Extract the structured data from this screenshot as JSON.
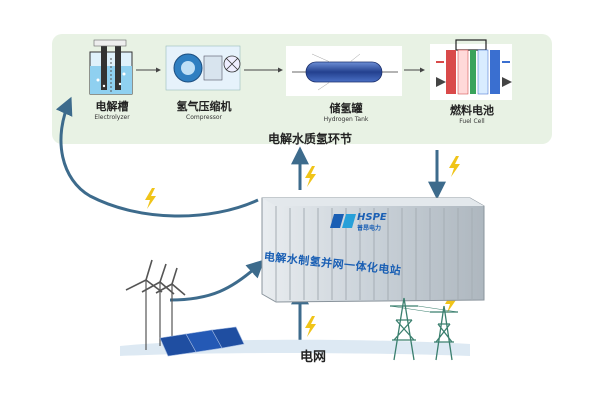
{
  "cycle": {
    "title": "电解水质氢环节",
    "components": [
      {
        "cn": "电解槽",
        "en": "Electrolyzer"
      },
      {
        "cn": "氢气压缩机",
        "en": "Compressor"
      },
      {
        "cn": "储氢罐",
        "en": "Hydrogen Tank"
      },
      {
        "cn": "燃料电池",
        "en": "Fuel Cell"
      }
    ]
  },
  "container": {
    "logo": "HSPE",
    "logo_sub": "普昂电力",
    "banner": "电解水制氢并网一体化电站"
  },
  "grid": {
    "label": "电网"
  },
  "colors": {
    "panel_bg": "#e8f2e4",
    "arrow": "#3d6b8c",
    "lightning": "#f0c419",
    "banner_text": "#1a5fb4",
    "container": "#cfd6dc"
  }
}
